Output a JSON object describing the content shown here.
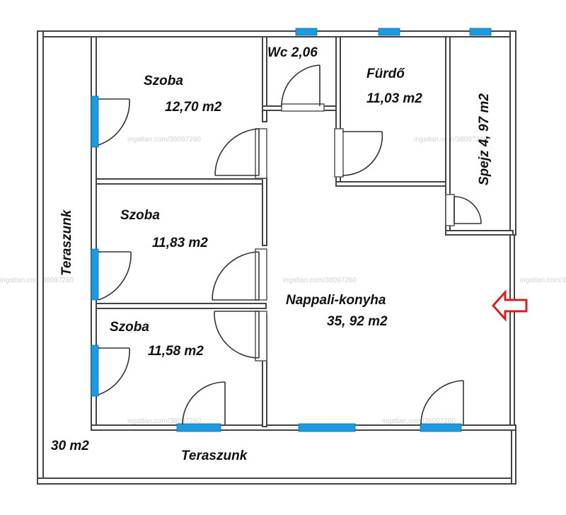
{
  "rooms": [
    {
      "name": "Szoba",
      "area": "12,70 m2"
    },
    {
      "name": "Szoba",
      "area": "11,83 m2"
    },
    {
      "name": "Szoba",
      "area": "11,58 m2"
    },
    {
      "name": "Wc 2,06"
    },
    {
      "name": "Fürdő",
      "area": "11,03 m2"
    },
    {
      "name": "Spejz 4, 97 m2"
    },
    {
      "name": "Nappali-konyha",
      "area": "35, 92  m2"
    }
  ],
  "terrace": {
    "side_label": "Teraszunk",
    "bottom_label": "Teraszunk",
    "area": "30 m2"
  },
  "watermark": "ingatlan.com/38097260",
  "colors": {
    "wall": "#444444",
    "window": "#1e9be0",
    "entrance_arrow": "#d42020"
  },
  "icons": {
    "entrance": "arrow-left-outline-icon"
  }
}
